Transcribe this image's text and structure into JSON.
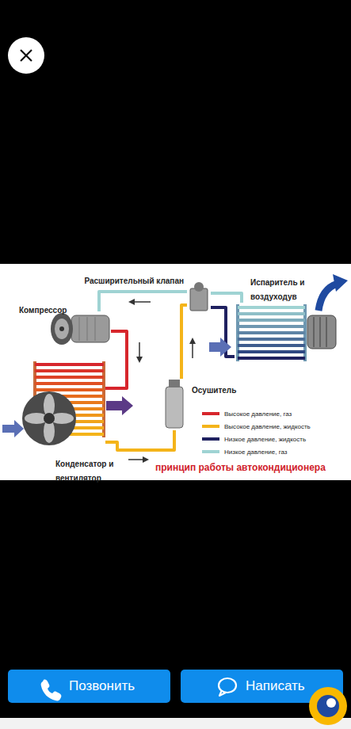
{
  "diagram": {
    "caption": "принцип работы автокондиционера",
    "nodes": [
      {
        "text": [
          "Расширительный клапан"
        ]
      },
      {
        "text": [
          "Испаритель и воздуходув"
        ]
      },
      {
        "text": [
          "Компрессор"
        ]
      },
      {
        "text": [
          "Осушитель"
        ]
      },
      {
        "text": [
          "Конденсатор и вентилятор"
        ]
      },
      {
        "text": [
          "Позвонить"
        ]
      },
      {
        "text": [
          "Написать"
        ]
      }
    ],
    "edges": [
      {
        "from": 2,
        "to": 4,
        "arrow": "none"
      },
      {
        "from": 4,
        "to": 3,
        "arrow": "none"
      },
      {
        "from": 3,
        "to": 0,
        "arrow": "none"
      },
      {
        "from": 0,
        "to": 1,
        "arrow": "none"
      },
      {
        "from": 1,
        "to": 0,
        "arrow": "none"
      },
      {
        "from": 0,
        "to": 2,
        "arrow": "none"
      }
    ],
    "legend": [
      {
        "text": "Высокое давление, газ",
        "color": "#d7262c"
      },
      {
        "text": "Высокое давление, жидкость",
        "color": "#f4b41a"
      },
      {
        "text": "Низкое давление, жидкость",
        "color": "#1f2160"
      },
      {
        "text": "Низкое давление, газ",
        "color": "#9fd3d3"
      }
    ]
  }
}
